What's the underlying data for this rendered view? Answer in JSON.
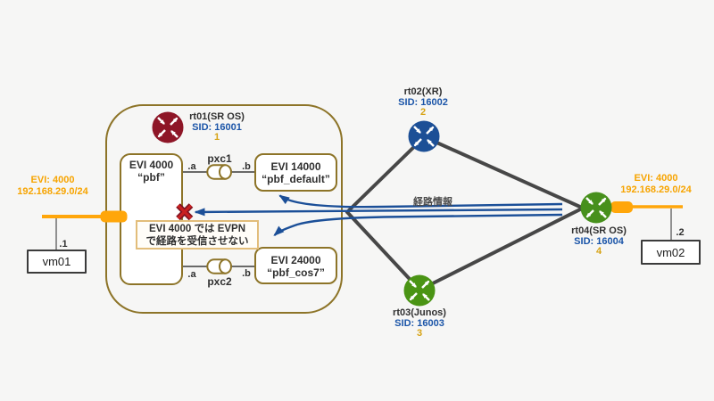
{
  "colors": {
    "background": "#f6f6f5",
    "box_border": "#8d7428",
    "note_border": "#e2bd7a",
    "orange": "#f7a400",
    "port_orange": "#ffa60a",
    "gold_number": "#d7a315",
    "sid_blue": "#1b55a8",
    "arrow_blue": "#1b4f98",
    "link_gray": "#474747",
    "text_dark": "#2f2f2f",
    "red_x": "#c92020",
    "rt01_fill": "#8e1627",
    "rt02_fill": "#1c4f96",
    "rt03_fill": "#4a9414",
    "rt04_fill": "#47901c"
  },
  "route_info_label": "経路情報",
  "left_network": {
    "evi_label": "EVI: 4000",
    "subnet": "192.168.29.0/24",
    "attach_ip": ".1",
    "vm_name": "vm01"
  },
  "right_network": {
    "evi_label": "EVI: 4000",
    "subnet": "192.168.29.0/24",
    "attach_ip": ".2",
    "vm_name": "vm02"
  },
  "rt01": {
    "name": "rt01(SR OS)",
    "sid": "SID: 16001",
    "number": "1",
    "icon": "router-icon",
    "evi_main": {
      "line1": "EVI 4000",
      "line2": "“pbf”"
    },
    "evi_default": {
      "line1": "EVI 14000",
      "line2": "“pbf_default”"
    },
    "evi_cos7": {
      "line1": "EVI 24000",
      "line2": "“pbf_cos7”"
    },
    "pxc1": {
      "label": "pxc1",
      "port_a": ".a",
      "port_b": ".b"
    },
    "pxc2": {
      "label": "pxc2",
      "port_a": ".a",
      "port_b": ".b"
    },
    "note": {
      "line1": "EVI 4000 では EVPN",
      "line2": "で経路を受信させない"
    }
  },
  "rt02": {
    "name": "rt02(XR)",
    "sid": "SID: 16002",
    "number": "2",
    "icon": "router-icon"
  },
  "rt03": {
    "name": "rt03(Junos)",
    "sid": "SID: 16003",
    "number": "3",
    "icon": "router-icon"
  },
  "rt04": {
    "name": "rt04(SR OS)",
    "sid": "SID: 16004",
    "number": "4",
    "icon": "router-icon"
  }
}
